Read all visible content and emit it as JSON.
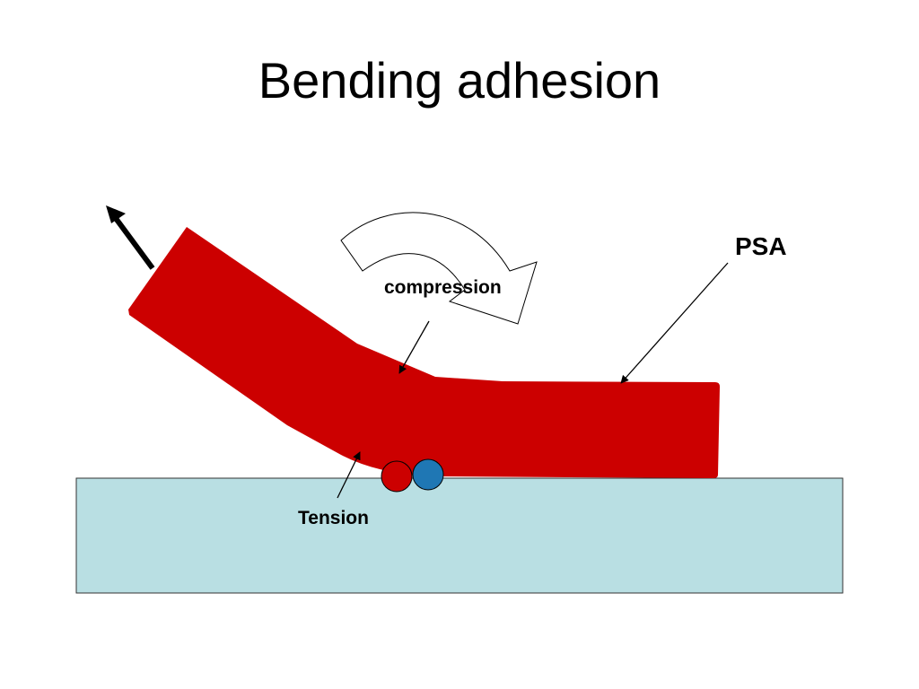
{
  "slide": {
    "title": "Bending adhesion"
  },
  "labels": {
    "psa": "PSA",
    "compression": "compression",
    "tension": "Tension"
  },
  "colors": {
    "tape": "#CC0000",
    "substrate": "#B9DFE3",
    "red_particle": "#CC0000",
    "blue_particle": "#1F77B4",
    "outline": "#000000"
  },
  "icons": {
    "peel_direction": "arrow-up-left-icon",
    "bending_direction": "curved-arrow-clockwise-icon"
  }
}
